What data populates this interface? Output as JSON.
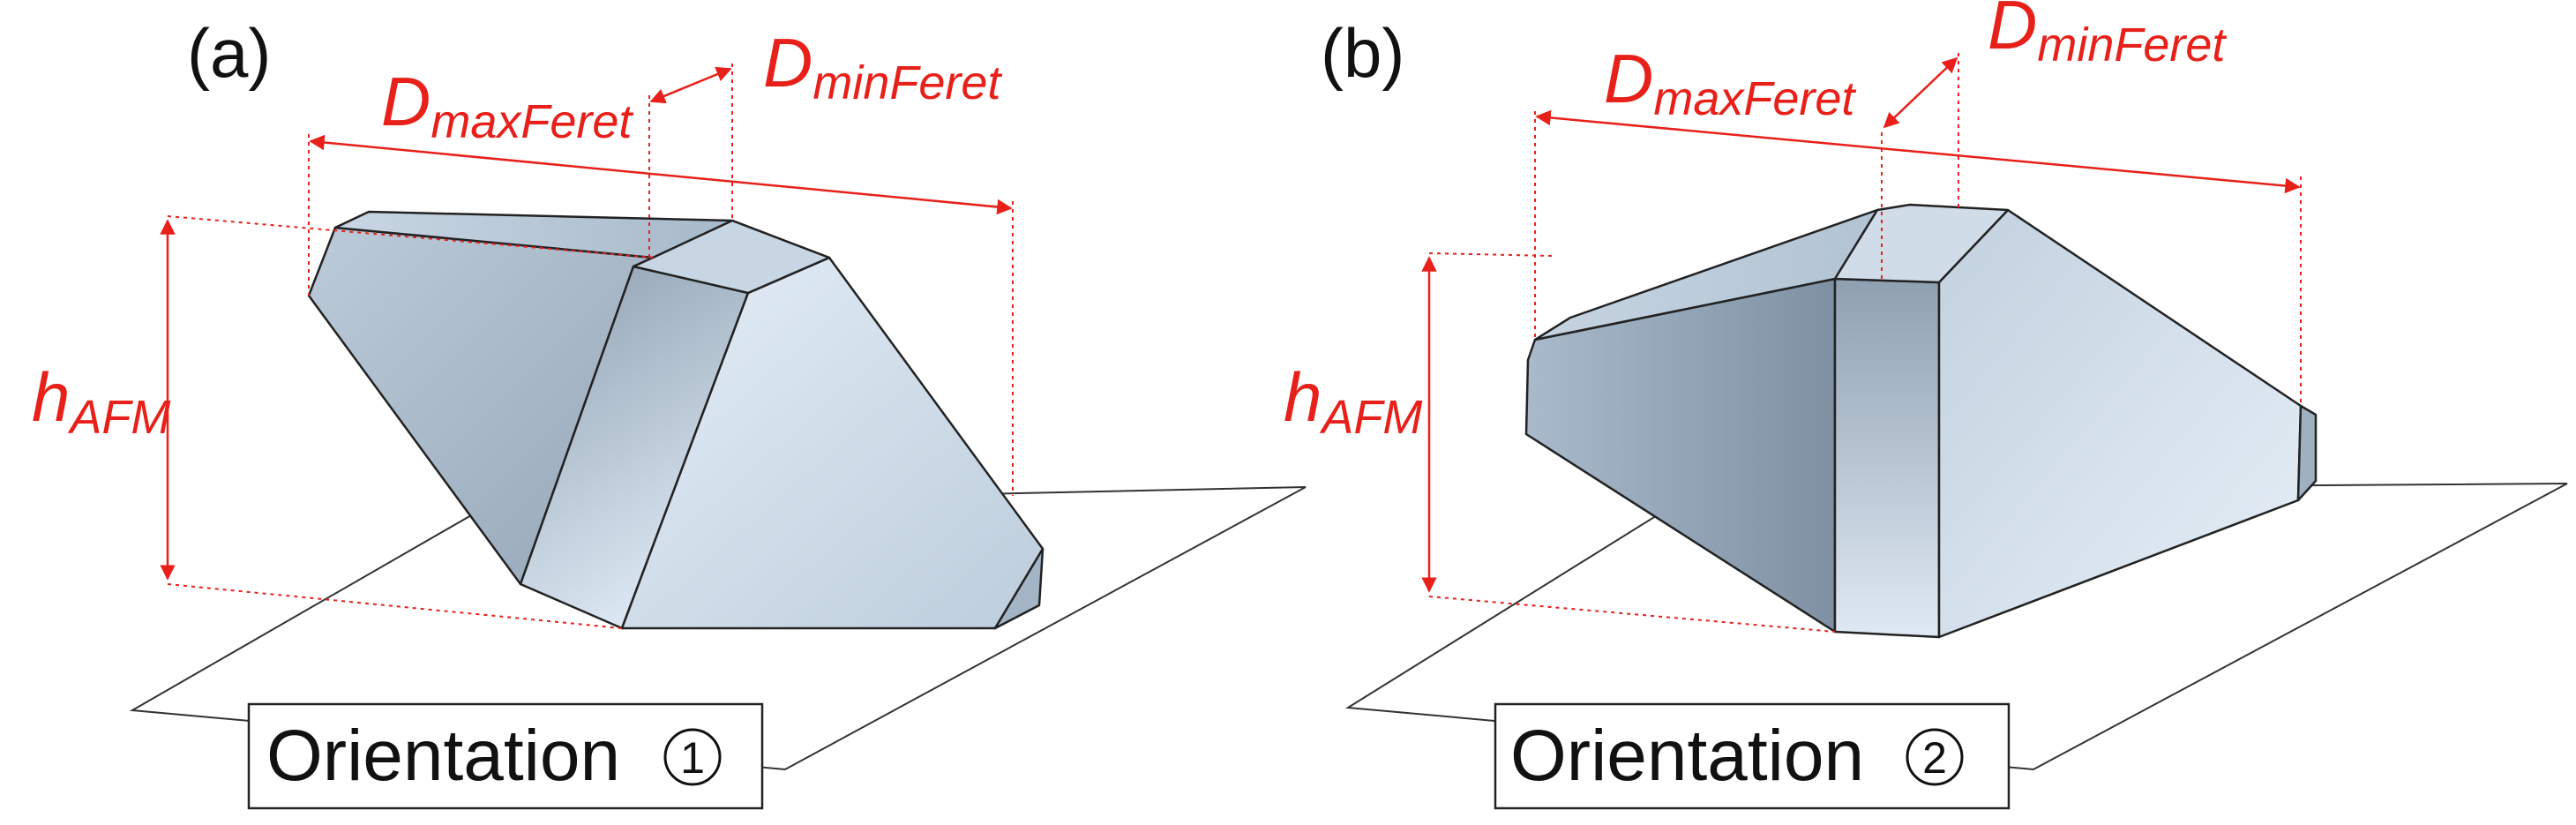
{
  "panels": [
    {
      "label": "(a)",
      "d_max": {
        "main": "D",
        "sub": "maxFeret"
      },
      "d_min": {
        "main": "D",
        "sub": "minFeret"
      },
      "height": {
        "main": "h",
        "sub": "AFM"
      },
      "orientation_text": "Orientation",
      "orientation_number": "1"
    },
    {
      "label": "(b)",
      "d_max": {
        "main": "D",
        "sub": "maxFeret"
      },
      "d_min": {
        "main": "D",
        "sub": "minFeret"
      },
      "height": {
        "main": "h",
        "sub": "AFM"
      },
      "orientation_text": "Orientation",
      "orientation_number": "2"
    }
  ],
  "colors": {
    "dimension": "#e8201a",
    "outline": "#222222",
    "face_light": "#e4eef7",
    "face_mid": "#b9cad9",
    "face_dark": "#7f8fa0"
  }
}
